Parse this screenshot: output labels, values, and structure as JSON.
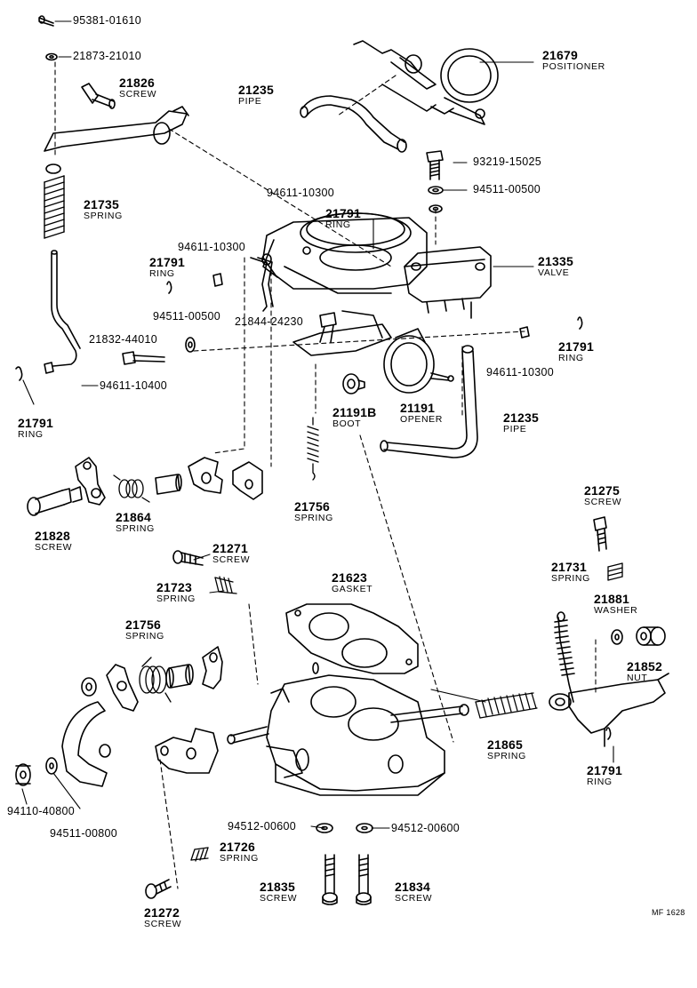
{
  "diagram": {
    "code": "MF 1628",
    "parts": [
      {
        "id": "p01",
        "number": "95381-01610",
        "name": ""
      },
      {
        "id": "p02",
        "number": "21873-21010",
        "name": ""
      },
      {
        "id": "p03",
        "number": "21826",
        "name": "SCREW"
      },
      {
        "id": "p04",
        "number": "21235",
        "name": "PIPE"
      },
      {
        "id": "p05",
        "number": "21679",
        "name": "POSITIONER"
      },
      {
        "id": "p06",
        "number": "93219-15025",
        "name": ""
      },
      {
        "id": "p07",
        "number": "94511-00500",
        "name": ""
      },
      {
        "id": "p08",
        "number": "94611-10300",
        "name": ""
      },
      {
        "id": "p09",
        "number": "21791",
        "name": "RING"
      },
      {
        "id": "p10",
        "number": "21735",
        "name": "SPRING"
      },
      {
        "id": "p11",
        "number": "94611-10300",
        "name": ""
      },
      {
        "id": "p12",
        "number": "21791",
        "name": "RING"
      },
      {
        "id": "p13",
        "number": "21335",
        "name": "VALVE"
      },
      {
        "id": "p14",
        "number": "94511-00500",
        "name": ""
      },
      {
        "id": "p15",
        "number": "21844-24230",
        "name": ""
      },
      {
        "id": "p16",
        "number": "21832-44010",
        "name": ""
      },
      {
        "id": "p17",
        "number": "21791",
        "name": "RING"
      },
      {
        "id": "p18",
        "number": "94611-10300",
        "name": ""
      },
      {
        "id": "p19",
        "number": "94611-10400",
        "name": ""
      },
      {
        "id": "p20",
        "number": "21791",
        "name": "RING"
      },
      {
        "id": "p21",
        "number": "21191B",
        "name": "BOOT"
      },
      {
        "id": "p22",
        "number": "21191",
        "name": "OPENER"
      },
      {
        "id": "p23",
        "number": "21235",
        "name": "PIPE"
      },
      {
        "id": "p24",
        "number": "21864",
        "name": "SPRING"
      },
      {
        "id": "p25",
        "number": "21828",
        "name": "SCREW"
      },
      {
        "id": "p26",
        "number": "21756",
        "name": "SPRING"
      },
      {
        "id": "p27",
        "number": "21275",
        "name": "SCREW"
      },
      {
        "id": "p28",
        "number": "21271",
        "name": "SCREW"
      },
      {
        "id": "p29",
        "number": "21623",
        "name": "GASKET"
      },
      {
        "id": "p30",
        "number": "21731",
        "name": "SPRING"
      },
      {
        "id": "p31",
        "number": "21723",
        "name": "SPRING"
      },
      {
        "id": "p32",
        "number": "21881",
        "name": "WASHER"
      },
      {
        "id": "p33",
        "number": "21756",
        "name": "SPRING"
      },
      {
        "id": "p34",
        "number": "21852",
        "name": "NUT"
      },
      {
        "id": "p35",
        "number": "21865",
        "name": "SPRING"
      },
      {
        "id": "p36",
        "number": "21791",
        "name": "RING"
      },
      {
        "id": "p37",
        "number": "94110-40800",
        "name": ""
      },
      {
        "id": "p38",
        "number": "94511-00800",
        "name": ""
      },
      {
        "id": "p39",
        "number": "94512-00600",
        "name": ""
      },
      {
        "id": "p40",
        "number": "94512-00600",
        "name": ""
      },
      {
        "id": "p41",
        "number": "21726",
        "name": "SPRING"
      },
      {
        "id": "p42",
        "number": "21835",
        "name": "SCREW"
      },
      {
        "id": "p43",
        "number": "21834",
        "name": "SCREW"
      },
      {
        "id": "p44",
        "number": "21272",
        "name": "SCREW"
      }
    ]
  }
}
